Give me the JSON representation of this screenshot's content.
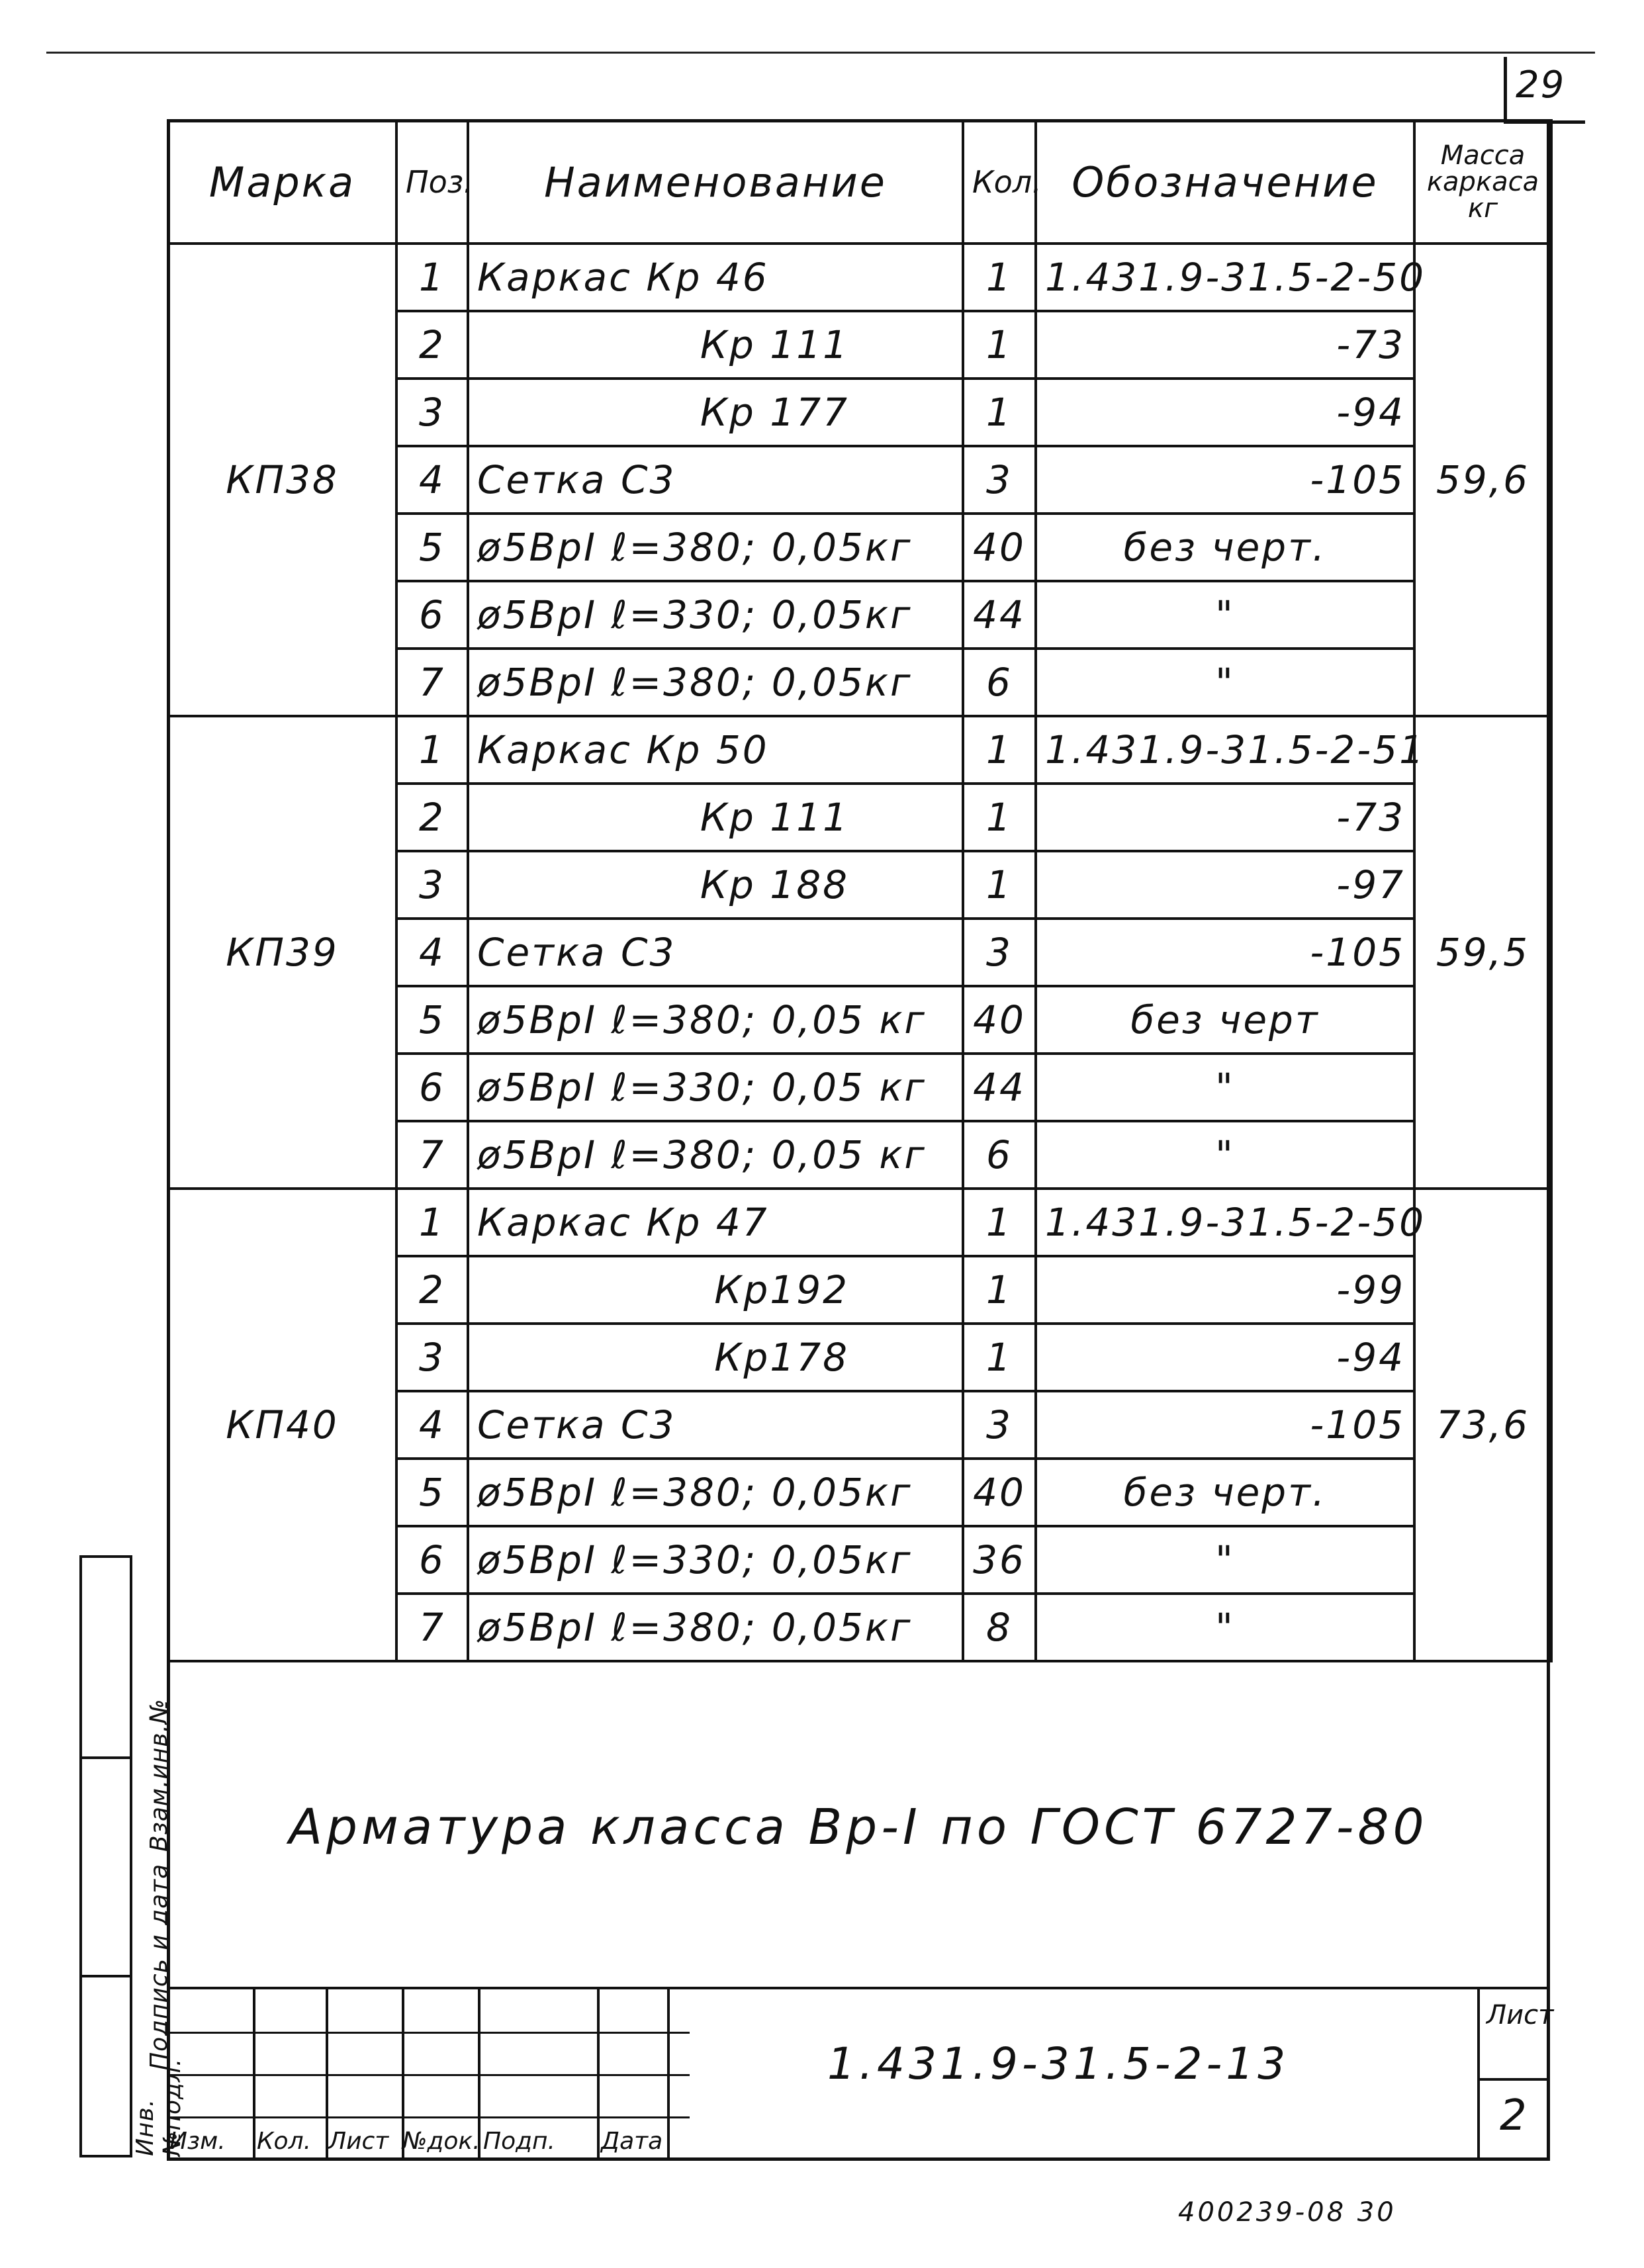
{
  "sheet_corner_number": "29",
  "headers": {
    "mark": "Марка",
    "pos": "Поз.",
    "name": "Наименование",
    "qty": "Кол.",
    "designation": "Обозначение",
    "mass_line1": "Масса",
    "mass_line2": "каркаса",
    "mass_line3": "кг"
  },
  "groups": [
    {
      "mark": "КП38",
      "mass": "59,6",
      "rows": [
        {
          "pos": "1",
          "name": "Каркас Кр 46",
          "qty": "1",
          "des": "1.431.9-31.5-2-50"
        },
        {
          "pos": "2",
          "name": "Кр 111",
          "qty": "1",
          "des": "-73"
        },
        {
          "pos": "3",
          "name": "Кр 177",
          "qty": "1",
          "des": "-94"
        },
        {
          "pos": "4",
          "name": "Сетка   С3",
          "qty": "3",
          "des": "-105"
        },
        {
          "pos": "5",
          "name": "ø5ВрI ℓ=380; 0,05кг",
          "qty": "40",
          "des": "без черт."
        },
        {
          "pos": "6",
          "name": "ø5ВрI ℓ=330; 0,05кг",
          "qty": "44",
          "des": "\""
        },
        {
          "pos": "7",
          "name": "ø5ВрI ℓ=380; 0,05кг",
          "qty": "6",
          "des": "\""
        }
      ]
    },
    {
      "mark": "КП39",
      "mass": "59,5",
      "rows": [
        {
          "pos": "1",
          "name": "Каркас Кр 50",
          "qty": "1",
          "des": "1.431.9-31.5-2-51"
        },
        {
          "pos": "2",
          "name": "Кр 111",
          "qty": "1",
          "des": "-73"
        },
        {
          "pos": "3",
          "name": "Кр 188",
          "qty": "1",
          "des": "-97"
        },
        {
          "pos": "4",
          "name": "Сетка   С3",
          "qty": "3",
          "des": "-105"
        },
        {
          "pos": "5",
          "name": "ø5ВрI ℓ=380; 0,05 кг",
          "qty": "40",
          "des": "без черт"
        },
        {
          "pos": "6",
          "name": "ø5ВрI ℓ=330; 0,05 кг",
          "qty": "44",
          "des": "\""
        },
        {
          "pos": "7",
          "name": "ø5ВрI ℓ=380; 0,05 кг",
          "qty": "6",
          "des": "\""
        }
      ]
    },
    {
      "mark": "КП40",
      "mass": "73,6",
      "rows": [
        {
          "pos": "1",
          "name": "Каркас Кр 47",
          "qty": "1",
          "des": "1.431.9-31.5-2-50"
        },
        {
          "pos": "2",
          "name": "Кр192",
          "qty": "1",
          "des": "-99"
        },
        {
          "pos": "3",
          "name": "Кр178",
          "qty": "1",
          "des": "-94"
        },
        {
          "pos": "4",
          "name": "Сетка   С3",
          "qty": "3",
          "des": "-105"
        },
        {
          "pos": "5",
          "name": "ø5ВрI ℓ=380; 0,05кг",
          "qty": "40",
          "des": "без черт."
        },
        {
          "pos": "6",
          "name": "ø5ВрI ℓ=330; 0,05кг",
          "qty": "36",
          "des": "\""
        },
        {
          "pos": "7",
          "name": "ø5ВрI ℓ=380; 0,05кг",
          "qty": "8",
          "des": "\""
        }
      ]
    }
  ],
  "note": "Арматура класса Вр-I по ГОСТ 6727-80",
  "title_block": {
    "labels": [
      "Изм.",
      "Кол.",
      "Лист",
      "№док.",
      "Подп.",
      "Дата"
    ],
    "doc_number": "1.431.9-31.5-2-13",
    "sheet_label": "Лист",
    "sheet_number": "2"
  },
  "sidebar": {
    "labels": [
      "Инв.№подл.",
      "Подпись и дата",
      "Взам.инв.№"
    ]
  },
  "archive_number": "400239-08  30"
}
